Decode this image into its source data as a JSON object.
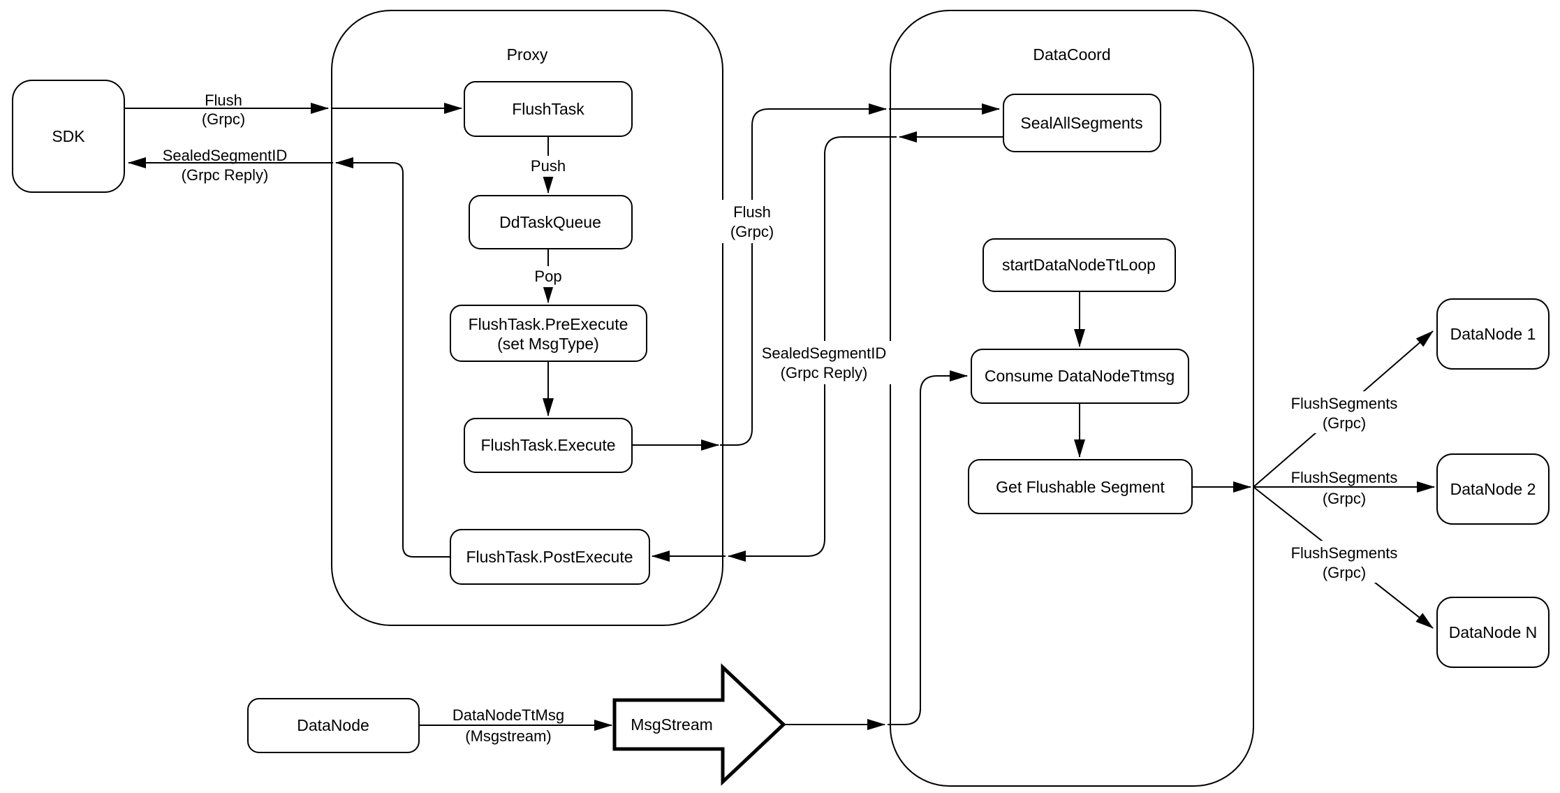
{
  "colors": {
    "stroke": "#000000",
    "fill": "#ffffff",
    "background": "#ffffff"
  },
  "containers": {
    "proxy": {
      "label": "Proxy"
    },
    "datacoord": {
      "label": "DataCoord"
    }
  },
  "nodes": {
    "sdk": {
      "label": "SDK"
    },
    "flush_task": {
      "label": "FlushTask"
    },
    "dd_task_queue": {
      "label": "DdTaskQueue"
    },
    "pre_execute": {
      "lines": [
        "FlushTask.PreExecute",
        "(set MsgType)"
      ]
    },
    "execute": {
      "label": "FlushTask.Execute"
    },
    "post_execute": {
      "label": "FlushTask.PostExecute"
    },
    "seal_all_segments": {
      "label": "SealAllSegments"
    },
    "start_datanode_tt_loop": {
      "label": "startDataNodeTtLoop"
    },
    "consume_datanode_ttmsg": {
      "label": "Consume DataNodeTtmsg"
    },
    "get_flushable_segment": {
      "label": "Get Flushable Segment"
    },
    "datanode_1": {
      "label": "DataNode 1"
    },
    "datanode_2": {
      "label": "DataNode 2"
    },
    "datanode_n": {
      "label": "DataNode N"
    },
    "datanode": {
      "label": "DataNode"
    },
    "msgstream": {
      "label": "MsgStream"
    }
  },
  "edge_labels": {
    "flush_sdk": {
      "lines": [
        "Flush",
        "(Grpc)"
      ]
    },
    "sealed_segment_sdk": {
      "lines": [
        "SealedSegmentID",
        "(Grpc Reply)"
      ]
    },
    "push": {
      "label": "Push"
    },
    "pop": {
      "label": "Pop"
    },
    "flush_datacoord": {
      "lines": [
        "Flush",
        "(Grpc)"
      ]
    },
    "sealed_segment_proxy": {
      "lines": [
        "SealedSegmentID",
        "(Grpc Reply)"
      ]
    },
    "flush_segments_1": {
      "lines": [
        "FlushSegments",
        "(Grpc)"
      ]
    },
    "flush_segments_2": {
      "lines": [
        "FlushSegments",
        "(Grpc)"
      ]
    },
    "flush_segments_3": {
      "lines": [
        "FlushSegments",
        "(Grpc)"
      ]
    },
    "datanode_tt_msg": {
      "lines": [
        "DataNodeTtMsg",
        "(Msgstream)"
      ]
    }
  }
}
